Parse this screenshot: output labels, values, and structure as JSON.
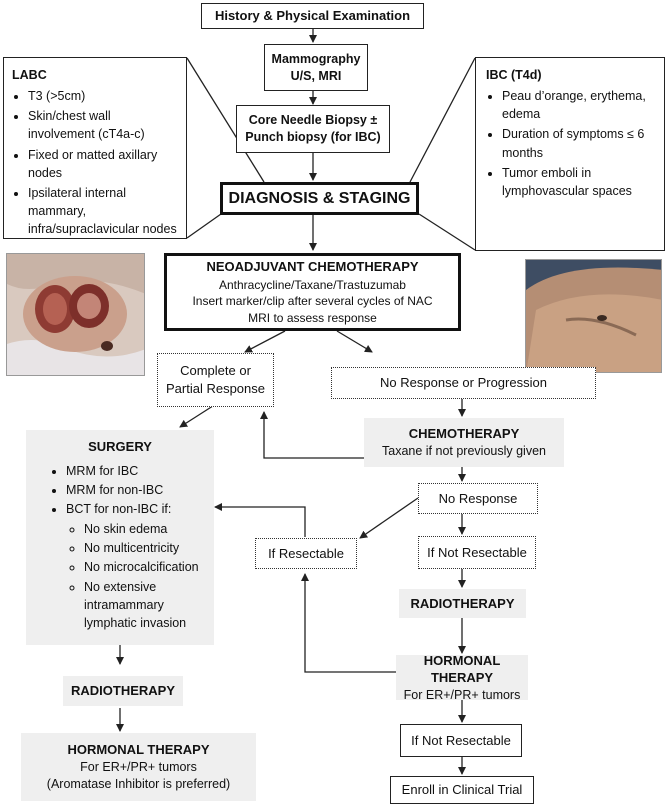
{
  "nodes": {
    "history": "History & Physical Examination",
    "mammo_line1": "Mammography",
    "mammo_line2": "U/S, MRI",
    "biopsy_line1": "Core Needle Biopsy ±",
    "biopsy_line2": "Punch biopsy (for IBC)",
    "diagnosis": "DIAGNOSIS & STAGING",
    "neo_title": "NEOADJUVANT CHEMOTHERAPY",
    "neo_line1": "Anthracycline/Taxane/Trastuzumab",
    "neo_line2": "Insert marker/clip after several cycles of NAC",
    "neo_line3": "MRI to assess response",
    "complete_line1": "Complete or",
    "complete_line2": "Partial Response",
    "no_response_progression": "No Response or Progression",
    "chemo_title": "CHEMOTHERAPY",
    "chemo_sub": "Taxane if not previously given",
    "no_response": "No Response",
    "if_resectable": "If Resectable",
    "if_not_resectable_1": "If Not Resectable",
    "radio_right": "RADIOTHERAPY",
    "hormonal_right_title": "HORMONAL THERAPY",
    "hormonal_right_sub": "For ER+/PR+ tumors",
    "if_not_resectable_2": "If Not Resectable",
    "enroll": "Enroll in Clinical Trial",
    "radio_left": "RADIOTHERAPY",
    "hormonal_left_title": "HORMONAL THERAPY",
    "hormonal_left_sub1": "For ER+/PR+ tumors",
    "hormonal_left_sub2": "(Aromatase Inhibitor is preferred)"
  },
  "labc": {
    "title": "LABC",
    "items": [
      "T3 (>5cm)",
      "Skin/chest wall involvement (cT4a-c)",
      "Fixed or matted axillary nodes",
      "Ipsilateral internal mammary, infra/supraclavicular nodes"
    ]
  },
  "ibc": {
    "title": "IBC (T4d)",
    "items": [
      "Peau d’orange, erythema, edema",
      "Duration of symptoms ≤ 6 months",
      "Tumor emboli in lymphovascular spaces"
    ]
  },
  "surgery": {
    "title": "SURGERY",
    "items": [
      "MRM for IBC",
      "MRM for non-IBC",
      "BCT for non-IBC if:"
    ],
    "subitems": [
      "No skin edema",
      "No multicentricity",
      "No microcalcification",
      "No extensive intramammary lymphatic invasion"
    ]
  },
  "colors": {
    "line": "#222222",
    "gray_fill": "#efefef"
  }
}
